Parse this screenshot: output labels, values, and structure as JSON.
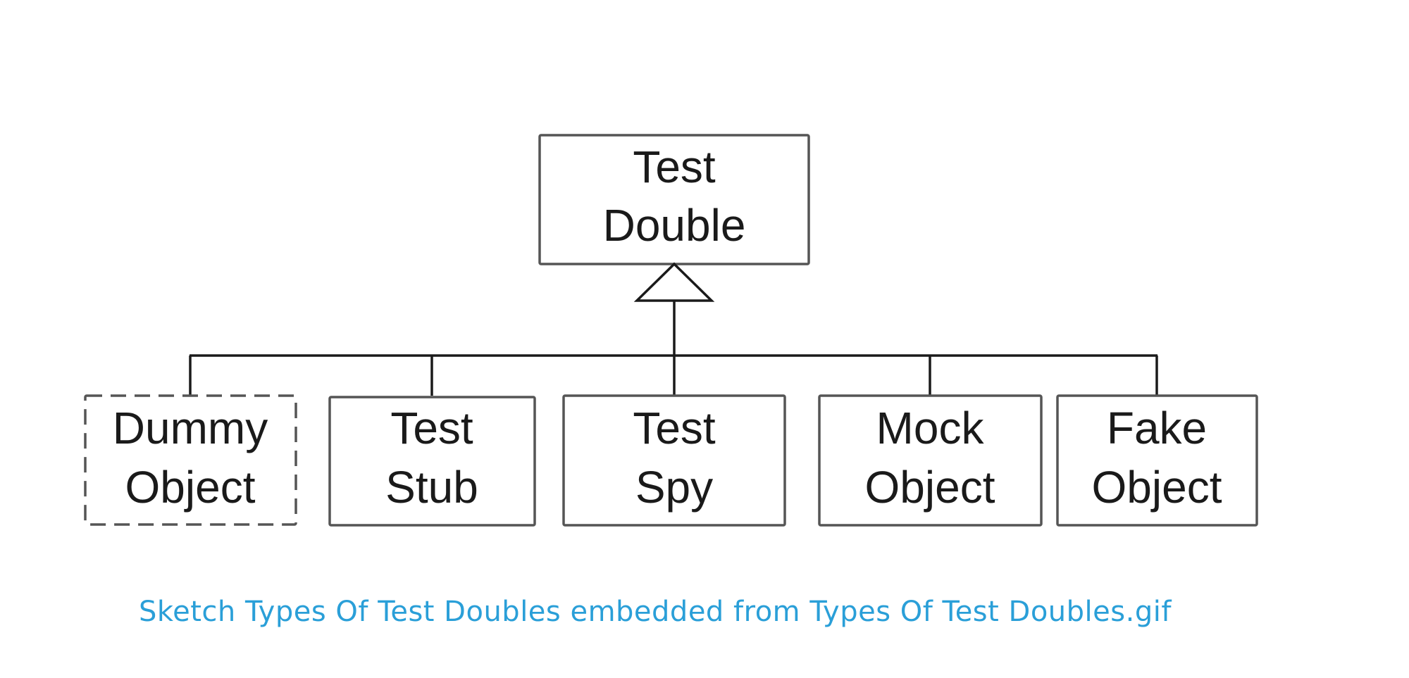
{
  "diagram": {
    "parent": {
      "line1": "Test",
      "line2": "Double"
    },
    "children": [
      {
        "line1": "Dummy",
        "line2": "Object",
        "style": "dashed"
      },
      {
        "line1": "Test",
        "line2": "Stub",
        "style": "solid"
      },
      {
        "line1": "Test",
        "line2": "Spy",
        "style": "solid"
      },
      {
        "line1": "Mock",
        "line2": "Object",
        "style": "solid"
      },
      {
        "line1": "Fake",
        "line2": "Object",
        "style": "solid"
      }
    ],
    "relationship": "generalization-arrow"
  },
  "caption": {
    "text": "Sketch Types Of Test Doubles embedded from Types Of Test Doubles.gif",
    "color": "#2a9fd8"
  }
}
